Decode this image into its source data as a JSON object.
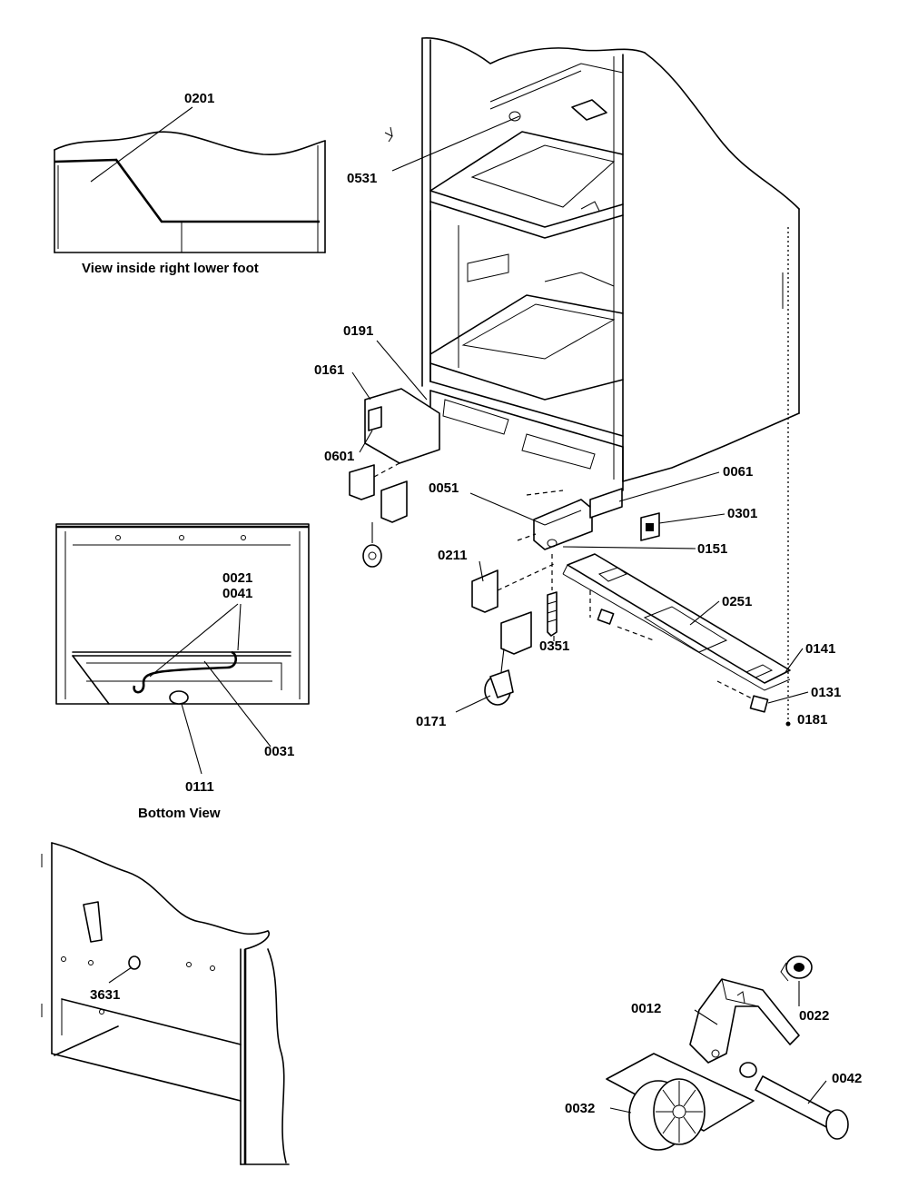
{
  "views": {
    "foot_view": {
      "caption": "View inside right lower foot",
      "label": "0201"
    },
    "bottom_view": {
      "caption": "Bottom View",
      "labels": [
        "0021",
        "0041",
        "0031",
        "0111"
      ]
    },
    "side_view": {
      "label": "3631"
    },
    "roller_detail": {
      "labels": [
        "0012",
        "0022",
        "0042",
        "0032"
      ]
    }
  },
  "part_labels": {
    "p0531": "0531",
    "p0191": "0191",
    "p0161": "0161",
    "p0601": "0601",
    "p0051": "0051",
    "p0061": "0061",
    "p0301": "0301",
    "p0151": "0151",
    "p0211": "0211",
    "p0251": "0251",
    "p0351": "0351",
    "p0141": "0141",
    "p0131": "0131",
    "p0171": "0171",
    "p0181": "0181"
  }
}
